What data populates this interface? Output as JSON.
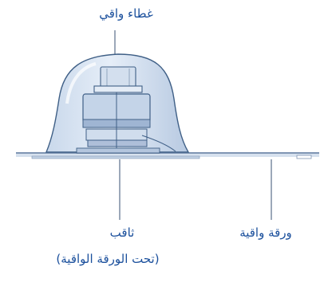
{
  "labels": {
    "protective_cover": "غطاء واقي",
    "cannula": "ثاقب",
    "cannula_note": "(تحت الورقة الواقية)",
    "liner": "ورقة واقية"
  },
  "colors": {
    "label_text": "#1a4f9c",
    "outline": "#3f5f86",
    "fill_light": "#d9e4f1",
    "fill_mid": "#bfd0e6",
    "fill_dark": "#9fb5d3"
  }
}
